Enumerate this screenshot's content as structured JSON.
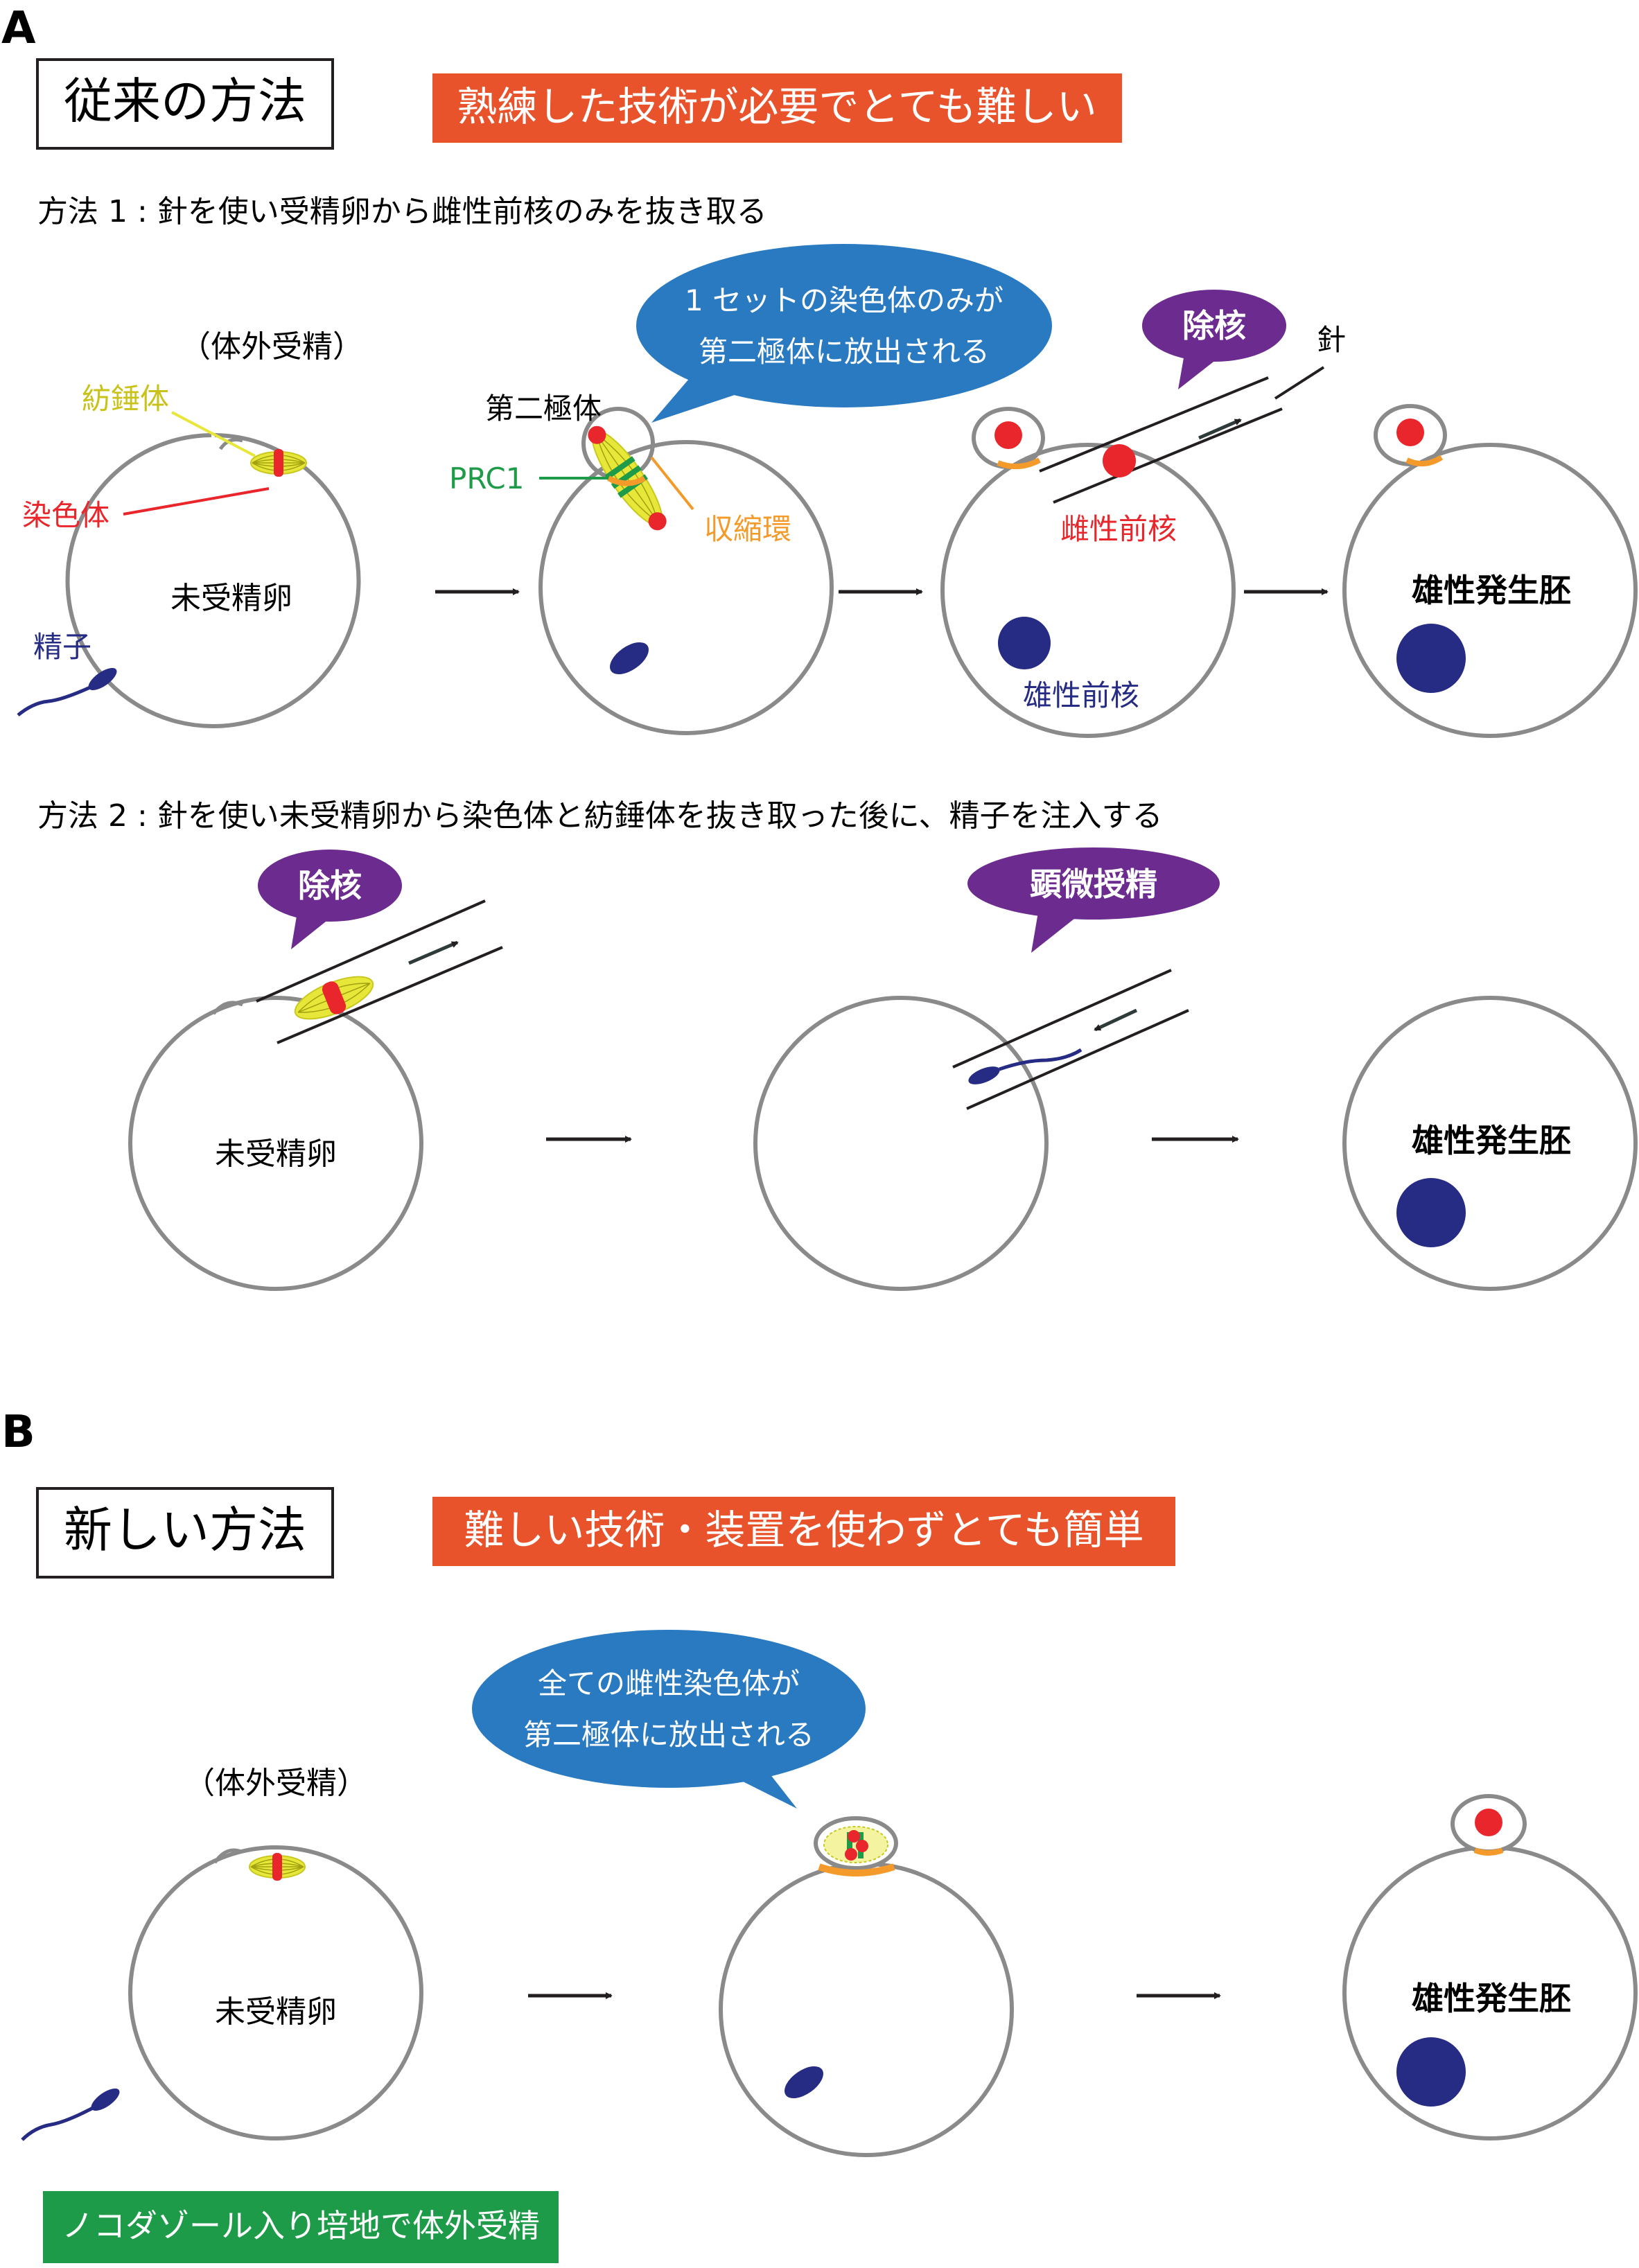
{
  "panel_a": {
    "letter": "A",
    "box_title": "従来の方法",
    "banner": "熟練した技術が必要でとても難しい",
    "method1": {
      "heading": "方法 1 : 針を使い受精卵から雌性前核のみを抜き取る",
      "ivf": "（体外受精）",
      "spindle_label": "紡錘体",
      "chromosome_label": "染色体",
      "sperm_label": "精子",
      "egg1_label": "未受精卵",
      "polar_body_label": "第二極体",
      "prc1_label": "PRC1",
      "ring_label": "収縮環",
      "bubble_line1": "1 セットの染色体のみが",
      "bubble_line2": "第二極体に放出される",
      "enucleation_tag": "除核",
      "needle_label": "針",
      "female_pronucleus": "雌性前核",
      "male_pronucleus": "雄性前核",
      "embryo_label": "雄性発生胚"
    },
    "method2": {
      "heading": "方法 2 : 針を使い未受精卵から染色体と紡錘体を抜き取った後に、精子を注入する",
      "enucleation_tag": "除核",
      "icsi_tag": "顕微授精",
      "egg_label": "未受精卵",
      "embryo_label": "雄性発生胚"
    }
  },
  "panel_b": {
    "letter": "B",
    "box_title": "新しい方法",
    "banner": "難しい技術・装置を使わずとても簡単",
    "ivf": "（体外受精）",
    "bubble_line1": "全ての雌性染色体が",
    "bubble_line2": "第二極体に放出される",
    "egg_label": "未受精卵",
    "embryo_label": "雄性発生胚",
    "green_tag": "ノコダゾール入り培地で体外受精"
  },
  "colors": {
    "orange_banner": "#e8532c",
    "blue_bubble": "#2a7ac2",
    "purple_tag": "#6c2b8e",
    "green_tag": "#1e9b49",
    "chromosome_red": "#e8262b",
    "spindle_yellow": "#e7e73a",
    "sperm_navy": "#262c84",
    "ring_orange": "#f39a2a",
    "prc1_green": "#1e9b49",
    "cell_outline": "#8a8a8a"
  }
}
